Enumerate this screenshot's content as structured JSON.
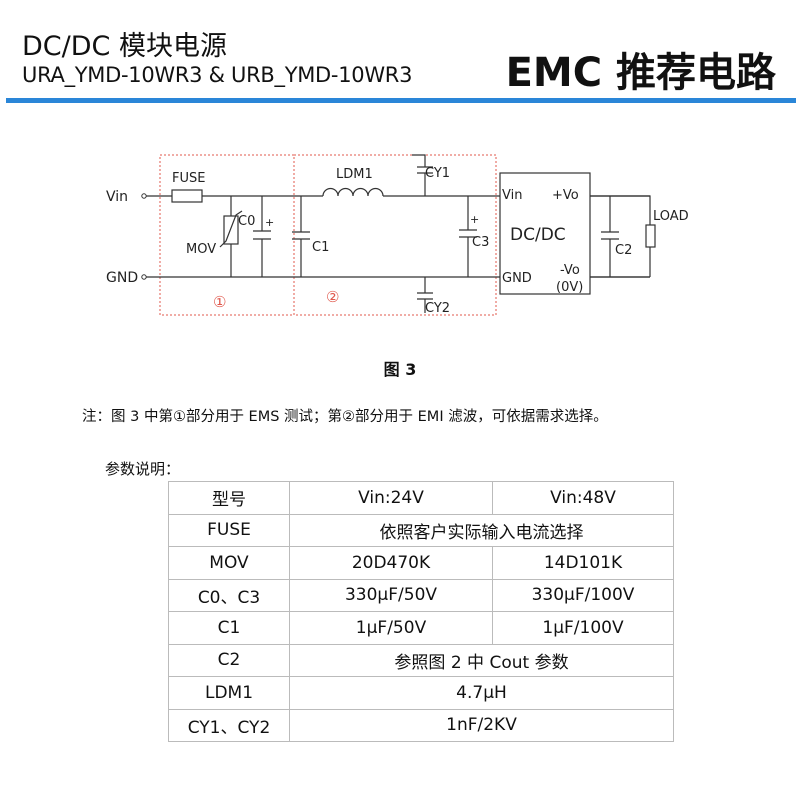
{
  "header": {
    "title": "DC/DC 模块电源",
    "subtitle": "URA_YMD-10WR3 & URB_YMD-10WR3",
    "section": "EMC 推荐电路",
    "accent_color": "#2a86d8"
  },
  "circuit": {
    "vin": "Vin",
    "gnd": "GND",
    "fuse": "FUSE",
    "mov": "MOV",
    "c0": "C0",
    "c1": "C1",
    "ldm1": "LDM1",
    "cy1": "CY1",
    "cy2": "CY2",
    "c3": "C3",
    "c2": "C2",
    "load": "LOAD",
    "plus": "+",
    "module": "DC/DC",
    "mod_vin": "Vin",
    "mod_gnd": "GND",
    "mod_pvo": "+Vo",
    "mod_nvo": "-Vo",
    "mod_zero": "(0V)",
    "part1": "①",
    "part2": "②",
    "dash_color": "#e0584c"
  },
  "figure_caption": "图 3",
  "note": "注：图 3 中第①部分用于 EMS 测试；第②部分用于 EMI 滤波，可依据需求选择。",
  "params_title": "参数说明：",
  "table": {
    "rows": [
      [
        "型号",
        "Vin:24V",
        "Vin:48V"
      ],
      [
        "FUSE",
        "依照客户实际输入电流选择"
      ],
      [
        "MOV",
        "20D470K",
        "14D101K"
      ],
      [
        "C0、C3",
        "330μF/50V",
        "330μF/100V"
      ],
      [
        "C1",
        "1μF/50V",
        "1μF/100V"
      ],
      [
        "C2",
        "参照图 2 中 Cout 参数"
      ],
      [
        "LDM1",
        "4.7μH"
      ],
      [
        "CY1、CY2",
        "1nF/2KV"
      ]
    ]
  }
}
